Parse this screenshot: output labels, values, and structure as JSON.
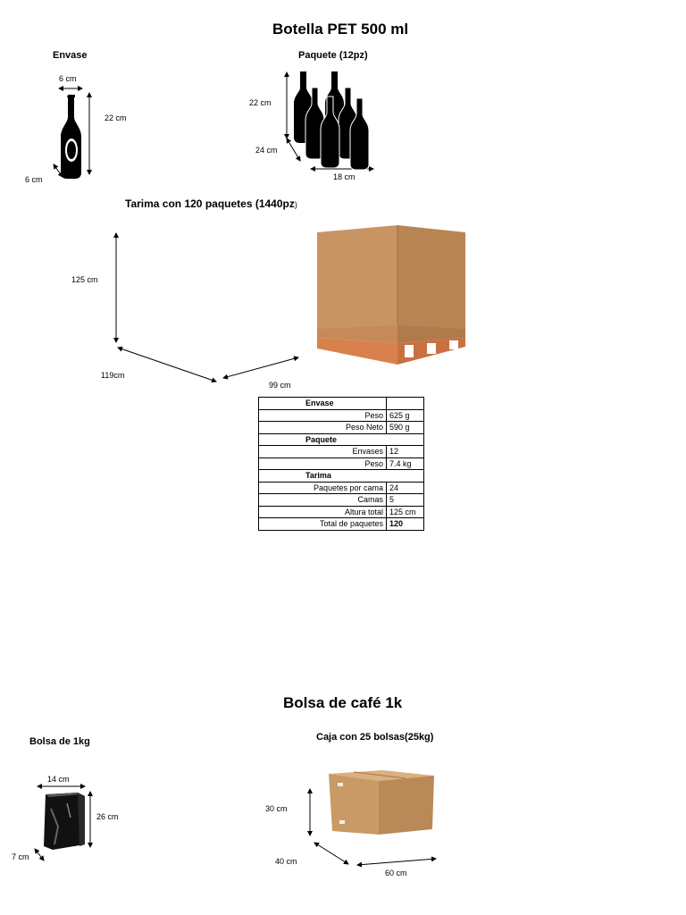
{
  "bottle_section": {
    "title": "Botella PET  500 ml",
    "envase": {
      "label": "Envase",
      "width": "6 cm",
      "height": "22 cm",
      "depth": "6 cm"
    },
    "paquete": {
      "label": "Paquete (12pz)",
      "height": "22 cm",
      "depth": "24 cm",
      "width": "18 cm"
    },
    "tarima": {
      "label": "Tarima con 120 paquetes (1440pz",
      "label_suffix": ")",
      "height": "125 cm",
      "length": "119cm",
      "width": "99 cm"
    }
  },
  "spec_table": {
    "sections": [
      {
        "title": "Envase",
        "rows": [
          {
            "label": "Peso",
            "value": "625 g"
          },
          {
            "label": "Peso Neto",
            "value": "590 g"
          }
        ]
      },
      {
        "title": "Paquete",
        "rows": [
          {
            "label": "Envases",
            "value": "12"
          },
          {
            "label": "Peso",
            "value": "7.4 kg"
          }
        ]
      },
      {
        "title": "Tarima",
        "rows": [
          {
            "label": "Paquetes por cama",
            "value": "24"
          },
          {
            "label": "Camas",
            "value": "5"
          },
          {
            "label": "Altura total",
            "value": "125 cm"
          },
          {
            "label": "Total de paquetes",
            "value": "120",
            "bold": true
          }
        ]
      }
    ]
  },
  "coffee_section": {
    "title": "Bolsa de café 1k",
    "bolsa": {
      "label": "Bolsa de 1kg",
      "width": "14 cm",
      "height": "26 cm",
      "depth": "7 cm"
    },
    "caja": {
      "label": "Caja con 25 bolsas(25kg)",
      "height": "30 cm",
      "depth": "40 cm",
      "width": "60 cm"
    }
  },
  "colors": {
    "cardboard": "#c8925e",
    "cardboard_dark": "#b07844",
    "pallet": "#d9874f",
    "bottle": "#000000"
  }
}
